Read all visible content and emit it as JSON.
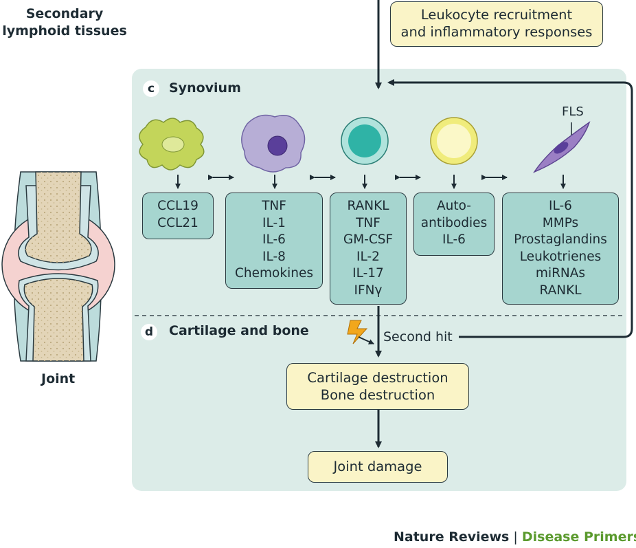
{
  "top_left": {
    "line1": "Secondary",
    "line2": "lymphoid tissues"
  },
  "top_box": {
    "line1": "Leukocyte recruitment",
    "line2": "and inflammatory responses"
  },
  "synovium": {
    "letter": "c",
    "title": "Synovium"
  },
  "fls_label": "FLS",
  "cell_outputs": [
    {
      "lines": [
        "CCL19",
        "CCL21"
      ]
    },
    {
      "lines": [
        "TNF",
        "IL-1",
        "IL-6",
        "IL-8",
        "Chemokines"
      ]
    },
    {
      "lines": [
        "RANKL",
        "TNF",
        "GM-CSF",
        "IL-2",
        "IL-17",
        "IFNγ"
      ]
    },
    {
      "lines": [
        "Auto-",
        "antibodies",
        "IL-6"
      ]
    },
    {
      "lines": [
        "IL-6",
        "MMPs",
        "Prostaglandins",
        "Leukotrienes",
        "miRNAs",
        "RANKL"
      ]
    }
  ],
  "cartilage": {
    "letter": "d",
    "title": "Cartilage and bone"
  },
  "second_hit": "Second hit",
  "destruction_box": {
    "line1": "Cartilage destruction",
    "line2": "Bone destruction"
  },
  "damage_box": "Joint damage",
  "joint_label": "Joint",
  "credit": {
    "main": "Nature Reviews",
    "sep": " | ",
    "sub": "Disease Primers"
  },
  "colors": {
    "panel": "#dcece8",
    "box_teal": "#a6d5cf",
    "box_yellow": "#faf4c7",
    "dc": "#c3d55a",
    "macrophage": "#b7aed6",
    "tcell": "#2fb3a6",
    "bcell": "#f0ec7c",
    "fls": "#9b7fc4",
    "bone": "#e3d5b8",
    "cartilage": "#bcdcdc",
    "synovium_pink": "#f5d2d0",
    "credit_green": "#5b9a2e"
  }
}
